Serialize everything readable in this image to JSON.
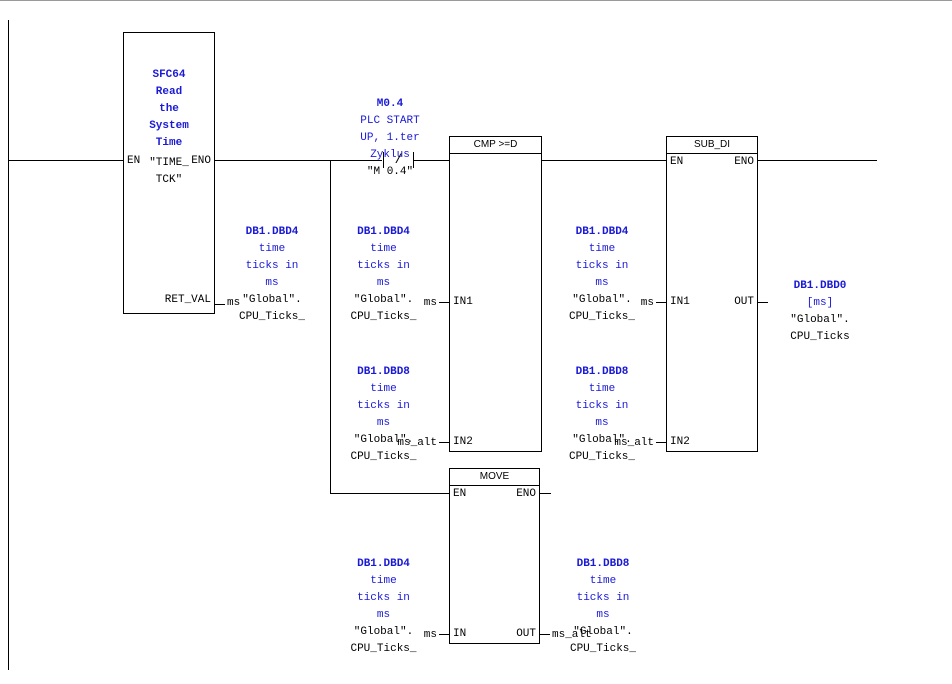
{
  "sfc64": {
    "title_lines": [
      "SFC64",
      "Read",
      "the",
      "System",
      "Time"
    ],
    "symbol_lines": [
      "\"TIME_",
      "TCK\""
    ],
    "en": "EN",
    "eno": "ENO",
    "ret_val": "RET_VAL"
  },
  "contact": {
    "address": "M0.4",
    "comment_lines": [
      "PLC START",
      "UP, 1.ter",
      "Zyklus"
    ],
    "symbol": "\"M 0.4\"",
    "glyph": "/"
  },
  "sfc64_output": {
    "address": "DB1.DBD4",
    "comment_lines": [
      "time",
      "ticks in",
      "ms"
    ],
    "symbol_lines": [
      "\"Global\".",
      "CPU_Ticks_"
    ],
    "tail": "ms"
  },
  "cmp": {
    "title": "CMP >=D",
    "in1_label": "IN1",
    "in2_label": "IN2",
    "in1": {
      "address": "DB1.DBD4",
      "comment_lines": [
        "time",
        "ticks in",
        "ms"
      ],
      "symbol_lines": [
        "\"Global\".",
        "CPU_Ticks_"
      ],
      "tail": "ms"
    },
    "in2": {
      "address": "DB1.DBD8",
      "comment_lines": [
        "time",
        "ticks in",
        "ms"
      ],
      "symbol_lines": [
        "\"Global\".",
        "CPU_Ticks_"
      ],
      "tail": "ms_alt"
    }
  },
  "sub_di": {
    "title": "SUB_DI",
    "en": "EN",
    "eno": "ENO",
    "in1_label": "IN1",
    "in2_label": "IN2",
    "out_label": "OUT",
    "in1": {
      "address": "DB1.DBD4",
      "comment_lines": [
        "time",
        "ticks in",
        "ms"
      ],
      "symbol_lines": [
        "\"Global\".",
        "CPU_Ticks_"
      ],
      "tail": "ms"
    },
    "in2": {
      "address": "DB1.DBD8",
      "comment_lines": [
        "time",
        "ticks in",
        "ms"
      ],
      "symbol_lines": [
        "\"Global\".",
        "CPU_Ticks_"
      ],
      "tail": "ms_alt"
    },
    "out": {
      "address": "DB1.DBD0",
      "comment_lines": [
        "[ms]"
      ],
      "symbol_lines": [
        "\"Global\".",
        "CPU_Ticks"
      ]
    }
  },
  "move": {
    "title": "MOVE",
    "en": "EN",
    "eno": "ENO",
    "in_label": "IN",
    "out_label": "OUT",
    "in": {
      "address": "DB1.DBD4",
      "comment_lines": [
        "time",
        "ticks in",
        "ms"
      ],
      "symbol_lines": [
        "\"Global\".",
        "CPU_Ticks_"
      ],
      "tail": "ms"
    },
    "out": {
      "address": "DB1.DBD8",
      "comment_lines": [
        "time",
        "ticks in",
        "ms"
      ],
      "symbol_lines": [
        "\"Global\".",
        "CPU_Ticks_"
      ],
      "tail": "ms_alt"
    }
  }
}
